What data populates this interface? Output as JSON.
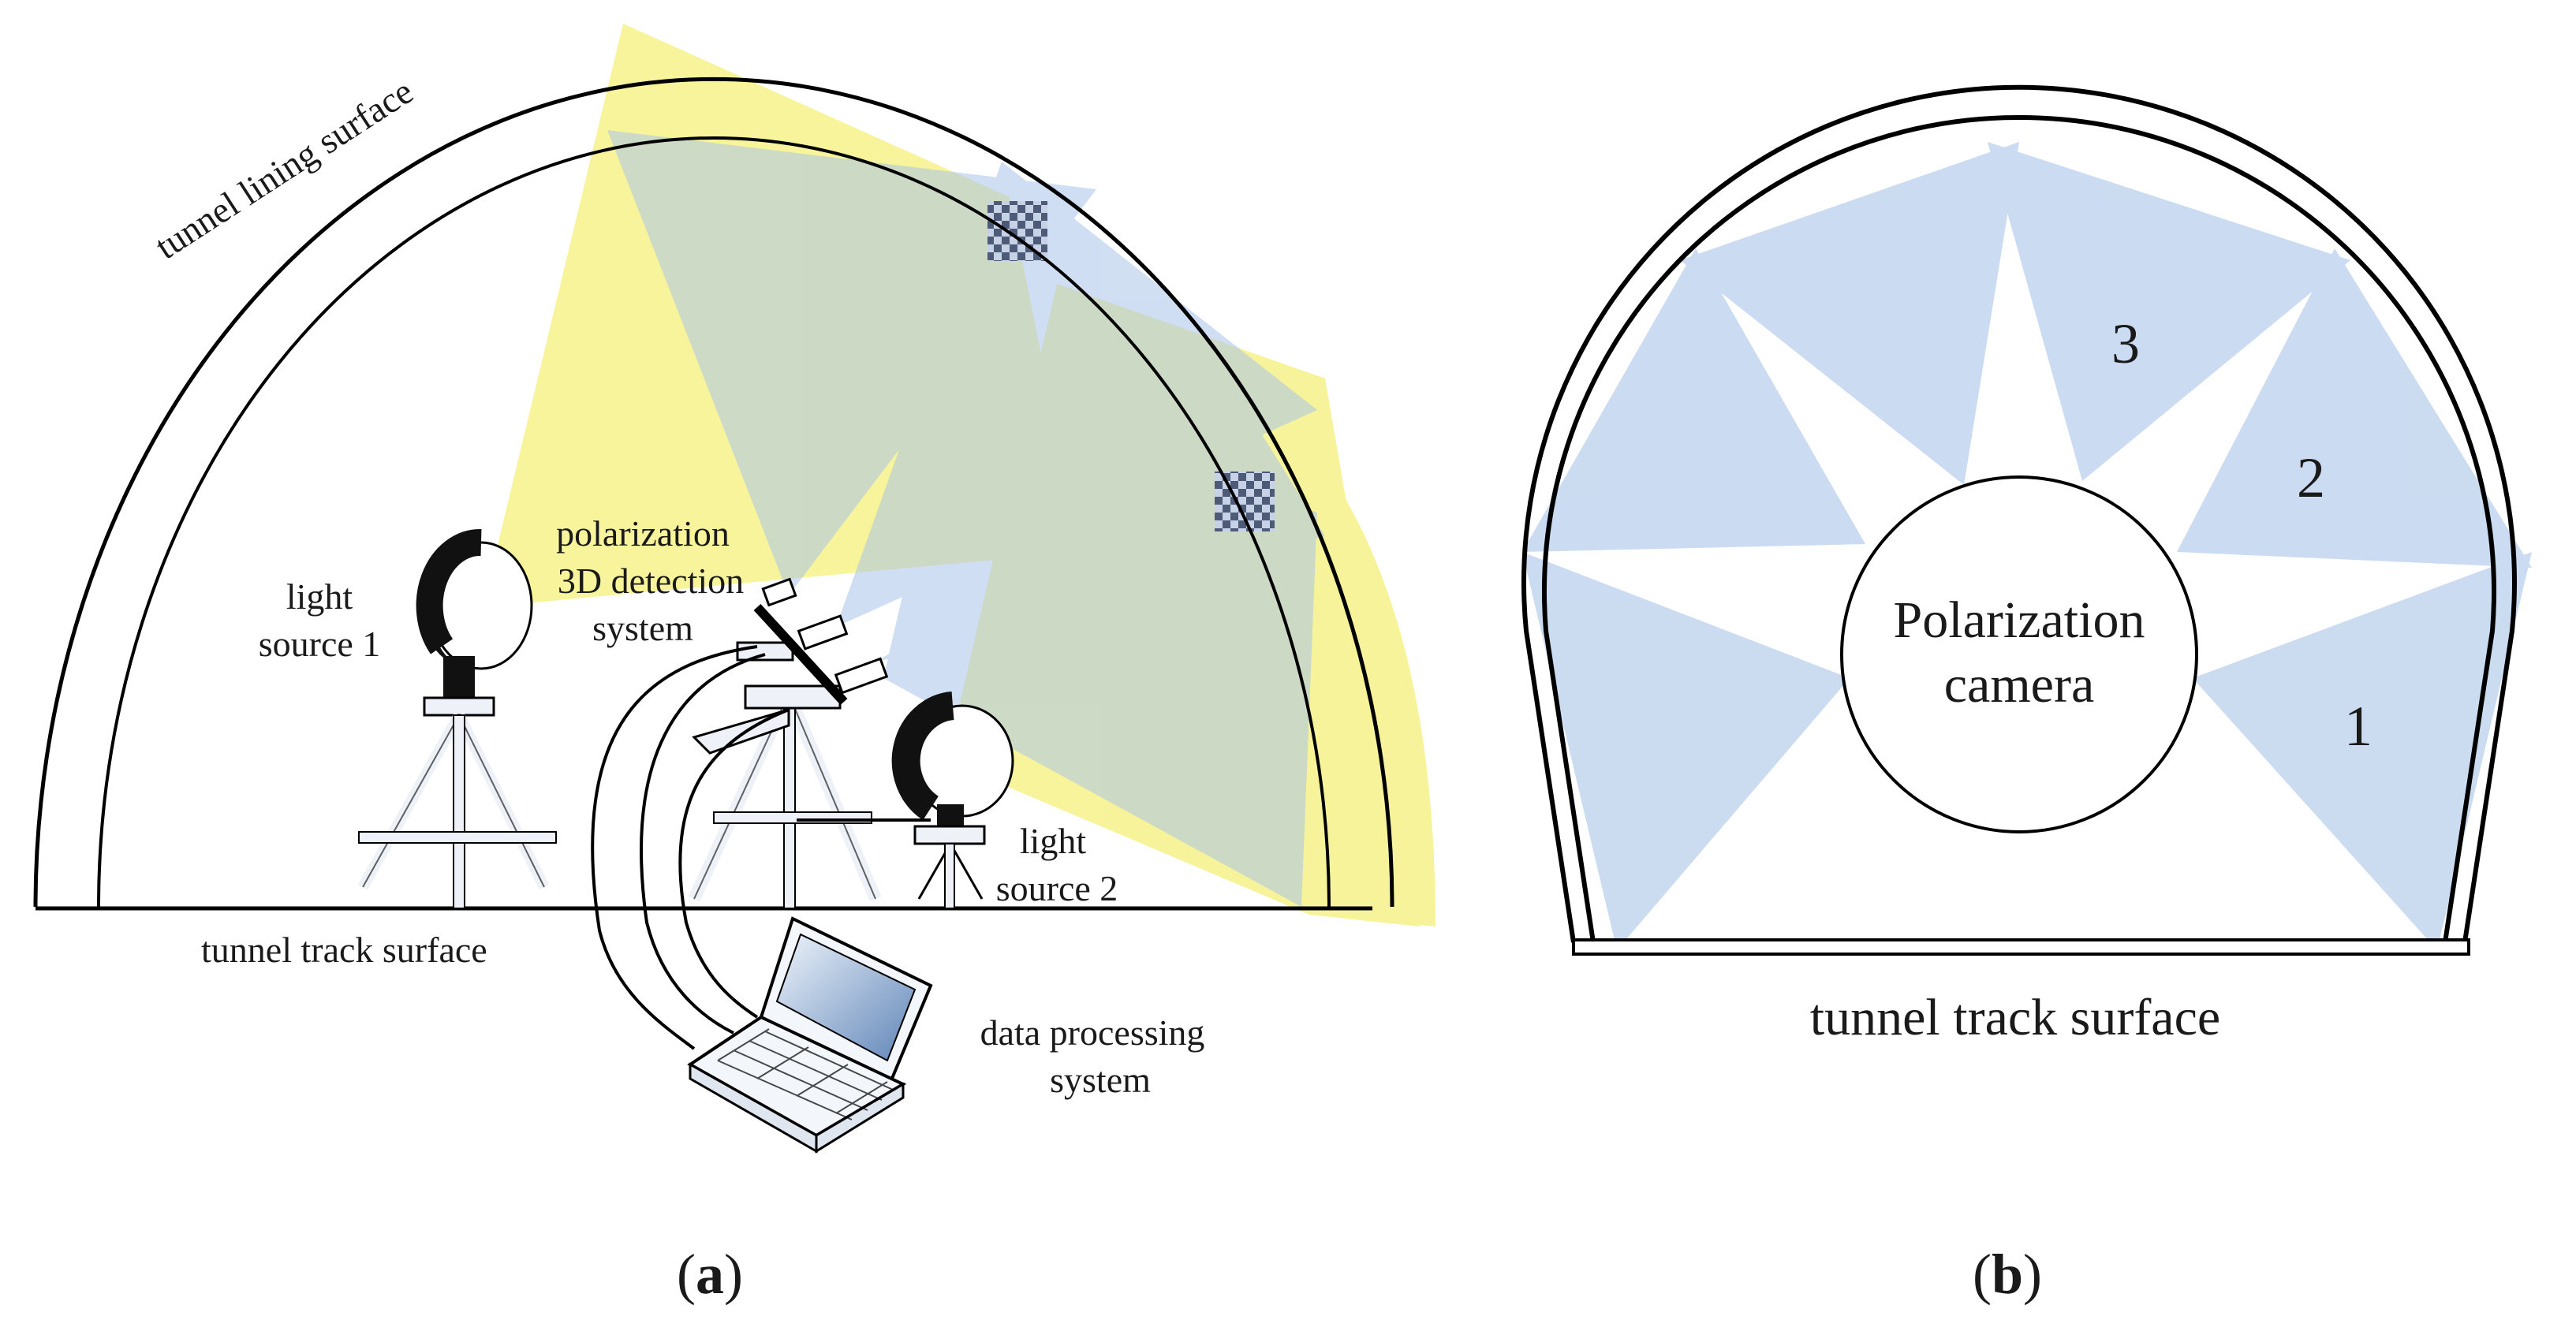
{
  "panel_a": {
    "caption_open": "(",
    "caption_letter": "a",
    "caption_close": ")",
    "lining_label": "tunnel lining surface",
    "track_label": "tunnel track surface",
    "light1_line1": "light",
    "light1_line2": "source 1",
    "light2_line1": "light",
    "light2_line2": "source 2",
    "detect_line1": "polarization",
    "detect_line2": "3D detection",
    "detect_line3": "system",
    "data_line1": "data processing",
    "data_line2": "system"
  },
  "panel_b": {
    "caption_open": "(",
    "caption_letter": "b",
    "caption_close": ")",
    "camera_line1": "Polarization",
    "camera_line2": "camera",
    "track_label": "tunnel track surface",
    "region_1": "1",
    "region_2": "2",
    "region_3": "3"
  },
  "colors": {
    "yellow_beam": "#f5f07a",
    "blue_fov": "#a9c4e8",
    "outline": "#000000"
  }
}
